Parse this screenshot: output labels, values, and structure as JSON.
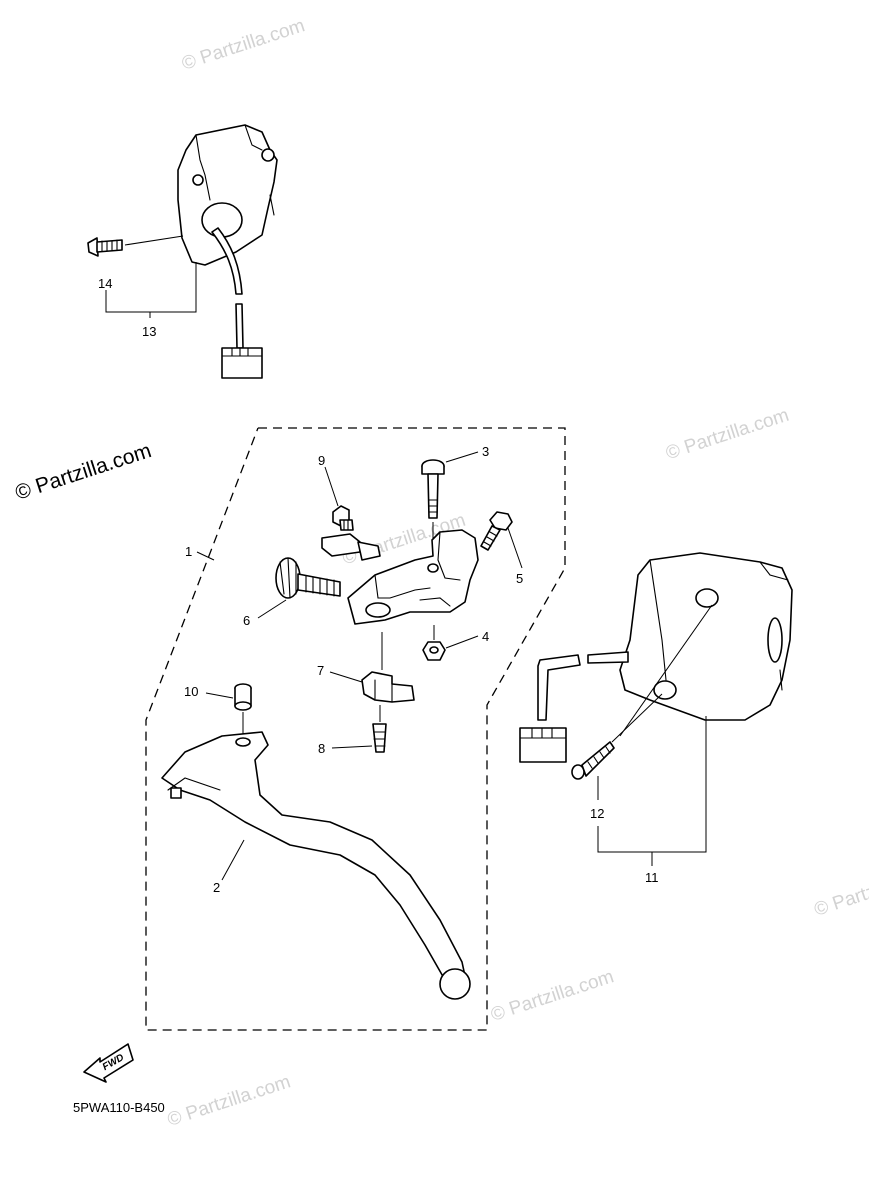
{
  "watermark": {
    "text": "© Partzilla.com",
    "repeat_text": "© Partzilla.com"
  },
  "diagram_code": "5PWA110-B450",
  "fwd_label": "FWD",
  "callouts": {
    "c1": "1",
    "c2": "2",
    "c3": "3",
    "c4": "4",
    "c5": "5",
    "c6": "6",
    "c7": "7",
    "c8": "8",
    "c9": "9",
    "c10": "10",
    "c11": "11",
    "c12": "12",
    "c13": "13",
    "c14": "14"
  }
}
